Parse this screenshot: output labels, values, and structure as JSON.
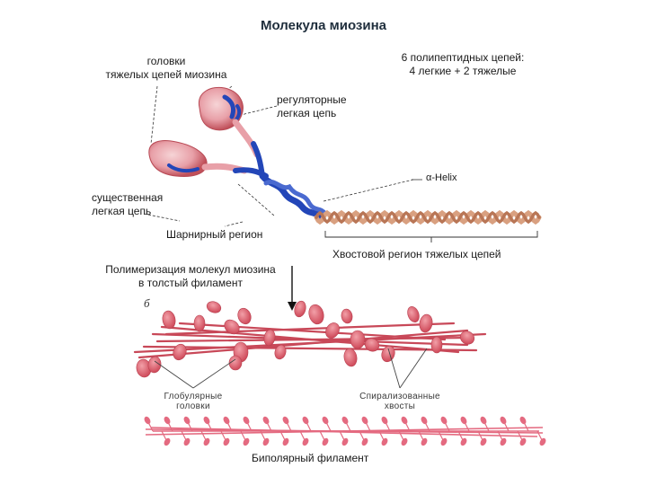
{
  "title": "Молекула миозина",
  "labels": {
    "heavy_heads_1": "головки",
    "heavy_heads_2": "тяжелых цепей миозина",
    "regulatory_1": "регуляторные",
    "regulatory_2": "легкая цепь",
    "chains_1": "6 полипептидных цепей:",
    "chains_2": "4 легкие + 2 тяжелые",
    "helix": "α-Helix",
    "essential_1": "существенная",
    "essential_2": "легкая цепь",
    "hinge": "Шарнирный регион",
    "tail": "Хвостовой регион тяжелых цепей",
    "polymer_1": "Полимеризация молекул миозина",
    "polymer_2": "в толстый филамент",
    "panel_b": "б",
    "globular_1": "Глобулярные",
    "globular_2": "головки",
    "spiral_1": "Спирализованные",
    "spiral_2": "хвосты",
    "bipolar": "Биполярный филамент"
  },
  "colors": {
    "head_pink": "#e8a0a8",
    "head_dark": "#c0505a",
    "light_chain_blue": "#2346b8",
    "tail_tan": "#d9a080",
    "filament_red": "#d84a5a",
    "bipolar_pink": "#e46a80"
  }
}
